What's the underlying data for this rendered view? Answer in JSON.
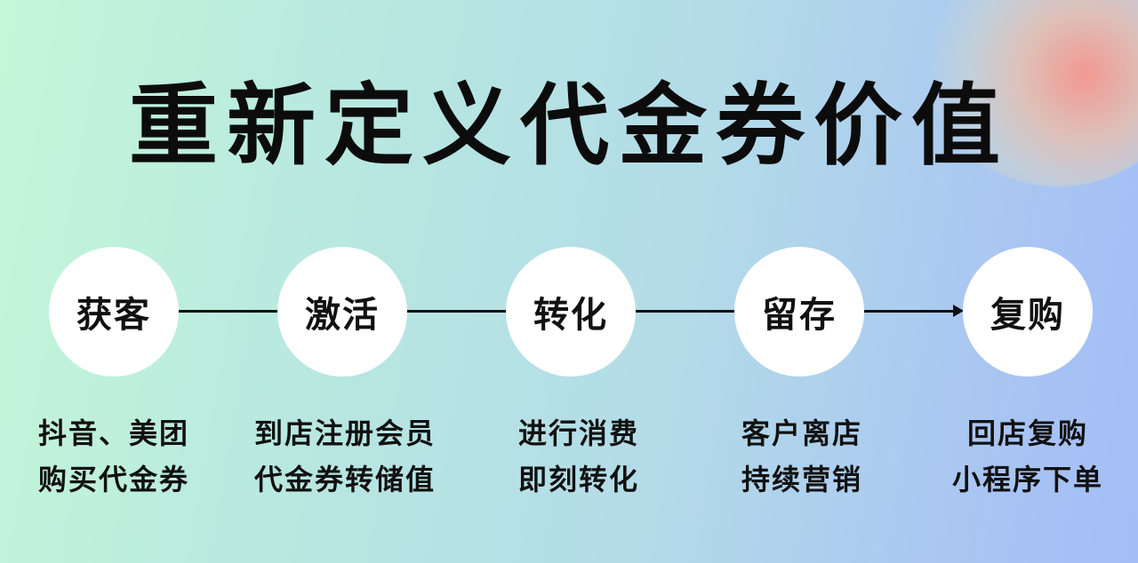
{
  "title": "重新定义代金券价值",
  "stages": [
    {
      "label": "获客",
      "lines": [
        "抖音、美团",
        "购买代金券"
      ]
    },
    {
      "label": "激活",
      "lines": [
        "到店注册会员",
        "代金券转储值"
      ]
    },
    {
      "label": "转化",
      "lines": [
        "进行消费",
        "即刻转化"
      ]
    },
    {
      "label": "留存",
      "lines": [
        "客户离店",
        "持续营销"
      ]
    },
    {
      "label": "复购",
      "lines": [
        "回店复购",
        "小程序下单"
      ]
    }
  ],
  "colors": {
    "text": "#111111",
    "circle": "#ffffff",
    "background_start": "#c4f7d8",
    "background_end": "#a3bdf7"
  }
}
